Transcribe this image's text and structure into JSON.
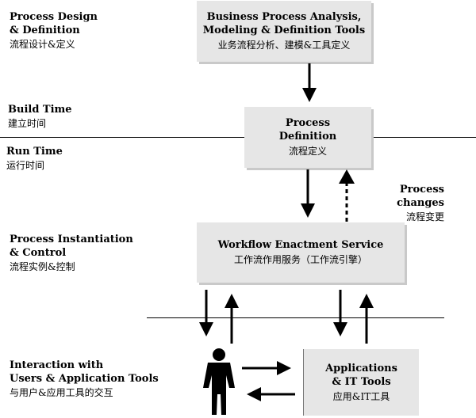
{
  "labels": {
    "process_design": {
      "en": "Process Design\n& Definition",
      "zh": "流程设计&定义"
    },
    "build_time": {
      "en": "Build Time",
      "zh": "建立时间"
    },
    "run_time": {
      "en": "Run Time",
      "zh": "运行时间"
    },
    "process_instantiation": {
      "en": "Process Instantiation\n& Control",
      "zh": "流程实例&控制"
    },
    "interaction": {
      "en": "Interaction with\nUsers & Application Tools",
      "zh": "与用户&应用工具的交互"
    },
    "process_changes": {
      "en": "Process changes",
      "zh": "流程变更"
    }
  },
  "boxes": {
    "bpa_tools": {
      "en": "Business Process Analysis,\nModeling & Definition Tools",
      "zh": "业务流程分析、建模&工具定义"
    },
    "process_definition": {
      "en": "Process\nDefinition",
      "zh": "流程定义"
    },
    "workflow_service": {
      "en": "Workflow Enactment Service",
      "zh": "工作流作用服务（工作流引擎）"
    },
    "applications": {
      "en": "Applications\n& IT Tools",
      "zh": "应用&IT工具"
    }
  }
}
